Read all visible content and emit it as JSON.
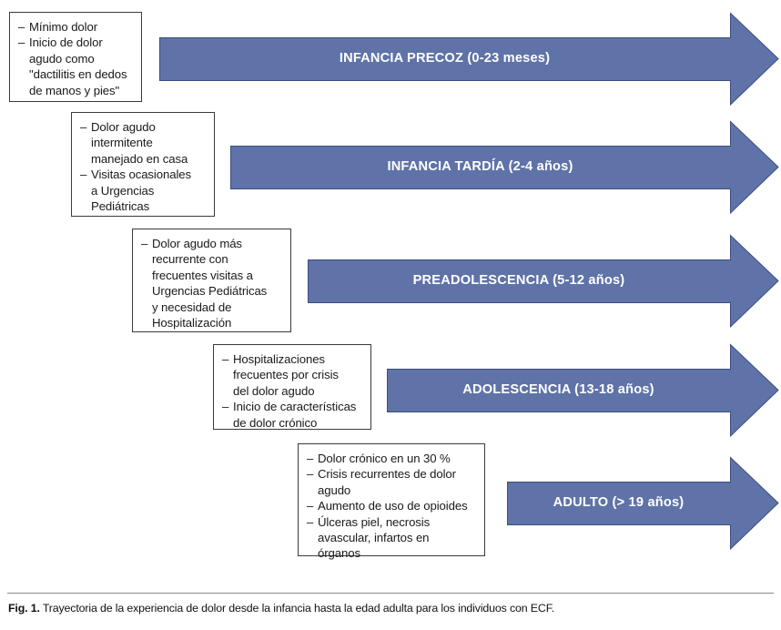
{
  "figure": {
    "accent_color": "#5f73a8",
    "box_border_color": "#3a3a3a",
    "label_color": "#ffffff",
    "stages": [
      {
        "id": "infancia-precoz",
        "arrow_label": "INFANCIA PRECOZ (0-23 meses)",
        "notes": [
          "Mínimo dolor",
          "Inicio de dolor\nagudo como\n\"dactilitis en dedos\nde manos y pies\""
        ]
      },
      {
        "id": "infancia-tardia",
        "arrow_label": "INFANCIA TARDÍA (2-4 años)",
        "notes": [
          "Dolor agudo\nintermitente\nmanejado en casa",
          "Visitas ocasionales\na Urgencias\nPediátricas"
        ]
      },
      {
        "id": "preadolescencia",
        "arrow_label": "PREADOLESCENCIA (5-12 años)",
        "notes": [
          "Dolor agudo más\nrecurrente con\nfrecuentes visitas a\nUrgencias Pediátricas\ny necesidad de\nHospitalización"
        ]
      },
      {
        "id": "adolescencia",
        "arrow_label": "ADOLESCENCIA (13-18 años)",
        "notes": [
          "Hospitalizaciones\nfrecuentes por crisis\ndel dolor agudo",
          "Inicio de características\nde dolor crónico"
        ]
      },
      {
        "id": "adulto",
        "arrow_label": "ADULTO (> 19 años)",
        "notes": [
          "Dolor crónico en un 30 %",
          "Crisis recurrentes de dolor\nagudo",
          "Aumento de uso de opioides",
          "Úlceras piel, necrosis\navascular, infartos en\nórganos"
        ]
      }
    ]
  },
  "caption": {
    "label": "Fig. 1.",
    "text": "Trayectoria de la experiencia de dolor desde la infancia hasta la edad adulta para los individuos con ECF."
  }
}
